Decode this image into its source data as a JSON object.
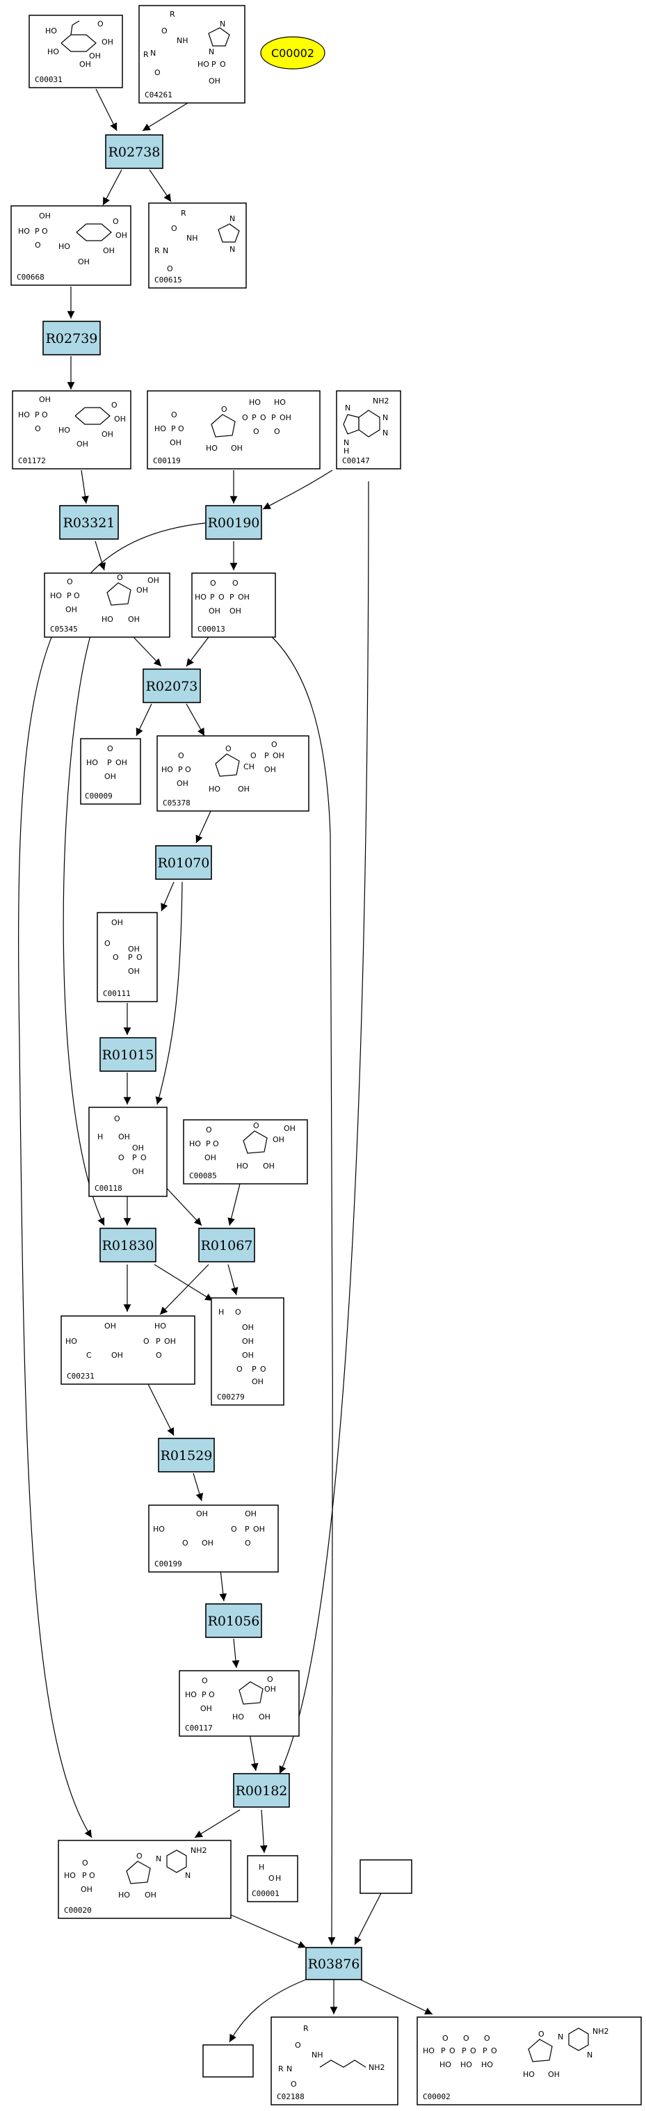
{
  "colors": {
    "reaction_fill": "#add8e6",
    "highlight_fill": "#ffff00",
    "stroke": "#000000"
  },
  "highlight": {
    "label": "C00002"
  },
  "reactions": [
    {
      "id": "R02738",
      "label": "R02738"
    },
    {
      "id": "R02739",
      "label": "R02739"
    },
    {
      "id": "R03321",
      "label": "R03321"
    },
    {
      "id": "R00190",
      "label": "R00190"
    },
    {
      "id": "R02073",
      "label": "R02073"
    },
    {
      "id": "R01070",
      "label": "R01070"
    },
    {
      "id": "R01015",
      "label": "R01015"
    },
    {
      "id": "R01830",
      "label": "R01830"
    },
    {
      "id": "R01067",
      "label": "R01067"
    },
    {
      "id": "R01529",
      "label": "R01529"
    },
    {
      "id": "R01056",
      "label": "R01056"
    },
    {
      "id": "R00182",
      "label": "R00182"
    },
    {
      "id": "R03876",
      "label": "R03876"
    }
  ],
  "compounds": [
    {
      "id": "C00031",
      "label": "C00031"
    },
    {
      "id": "C04261",
      "label": "C04261"
    },
    {
      "id": "C00668",
      "label": "C00668"
    },
    {
      "id": "C00615",
      "label": "C00615"
    },
    {
      "id": "C01172",
      "label": "C01172"
    },
    {
      "id": "C00119",
      "label": "C00119"
    },
    {
      "id": "C00147",
      "label": "C00147"
    },
    {
      "id": "C05345",
      "label": "C05345"
    },
    {
      "id": "C00013",
      "label": "C00013"
    },
    {
      "id": "C00009",
      "label": "C00009"
    },
    {
      "id": "C05378",
      "label": "C05378"
    },
    {
      "id": "C00111",
      "label": "C00111"
    },
    {
      "id": "C00118",
      "label": "C00118"
    },
    {
      "id": "C00085",
      "label": "C00085"
    },
    {
      "id": "C00231",
      "label": "C00231"
    },
    {
      "id": "C00279",
      "label": "C00279"
    },
    {
      "id": "C00199",
      "label": "C00199"
    },
    {
      "id": "C00117",
      "label": "C00117"
    },
    {
      "id": "C00020",
      "label": "C00020"
    },
    {
      "id": "C00001",
      "label": "C00001"
    },
    {
      "id": "C02188",
      "label": "C02188"
    },
    {
      "id": "C00002",
      "label": "C00002"
    }
  ],
  "atom_labels": [
    "HO",
    "OH",
    "O",
    "P",
    "H",
    "N",
    "R",
    "NH",
    "NH2",
    "CH",
    "C"
  ],
  "edges": [
    [
      "C00031",
      "R02738"
    ],
    [
      "C04261",
      "R02738"
    ],
    [
      "R02738",
      "C00668"
    ],
    [
      "R02738",
      "C00615"
    ],
    [
      "C00668",
      "R02739"
    ],
    [
      "R02739",
      "C01172"
    ],
    [
      "C01172",
      "R03321"
    ],
    [
      "C00119",
      "R00190"
    ],
    [
      "C00147",
      "R00190"
    ],
    [
      "R03321",
      "C05345"
    ],
    [
      "R00190",
      "C00013"
    ],
    [
      "C05345",
      "R02073"
    ],
    [
      "C00013",
      "R02073"
    ],
    [
      "R02073",
      "C00009"
    ],
    [
      "R02073",
      "C05378"
    ],
    [
      "C05378",
      "R01070"
    ],
    [
      "R01070",
      "C00111"
    ],
    [
      "R01070",
      "C00118"
    ],
    [
      "C00111",
      "R01015"
    ],
    [
      "R01015",
      "C00118"
    ],
    [
      "C05345",
      "R01830"
    ],
    [
      "C00118",
      "R01830"
    ],
    [
      "C00118",
      "R01067"
    ],
    [
      "C00085",
      "R01067"
    ],
    [
      "R01830",
      "C00231"
    ],
    [
      "R01830",
      "C00279"
    ],
    [
      "R01067",
      "C00231"
    ],
    [
      "R01067",
      "C00279"
    ],
    [
      "C00231",
      "R01529"
    ],
    [
      "R01529",
      "C00199"
    ],
    [
      "C00199",
      "R01056"
    ],
    [
      "R01056",
      "C00117"
    ],
    [
      "C00117",
      "R00182"
    ],
    [
      "C00147",
      "R00182"
    ],
    [
      "R00182",
      "C00020"
    ],
    [
      "R00182",
      "C00001"
    ],
    [
      "R00190",
      "C00020"
    ],
    [
      "C00020",
      "R03876"
    ],
    [
      "C00013",
      "R03876"
    ],
    [
      "R03876",
      "C02188"
    ],
    [
      "R03876",
      "C00002"
    ]
  ]
}
